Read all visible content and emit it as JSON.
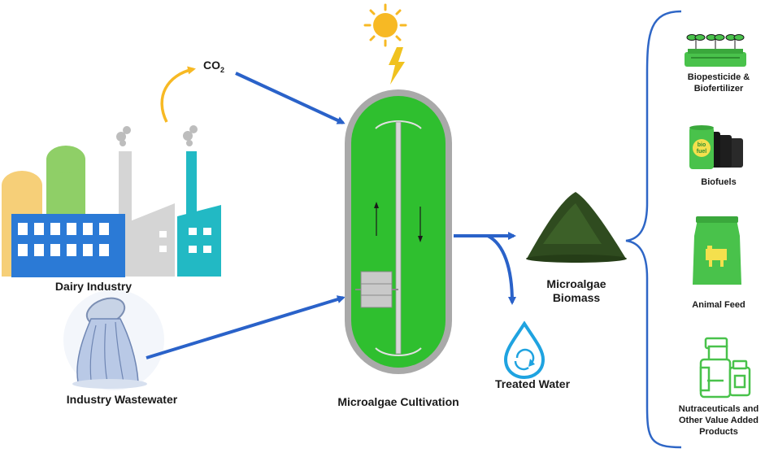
{
  "labels": {
    "co2_main": "CO",
    "co2_sub": "2",
    "dairy_industry": "Dairy Industry",
    "industry_wastewater": "Industry Wastewater",
    "microalgae_cultivation": "Microalgae Cultivation",
    "microalgae_biomass_line1": "Microalgae",
    "microalgae_biomass_line2": "Biomass",
    "treated_water": "Treated Water"
  },
  "products": [
    {
      "line1": "Biopesticide &",
      "line2": "Biofertilizer",
      "line3": ""
    },
    {
      "line1": "Biofuels",
      "line2": "",
      "line3": ""
    },
    {
      "line1": "Animal Feed",
      "line2": "",
      "line3": ""
    },
    {
      "line1": "Nutraceuticals and",
      "line2": "Other Value Added",
      "line3": "Products"
    }
  ],
  "barrel_text": {
    "top": "bio",
    "bottom": "fuel"
  },
  "colors": {
    "arrow_blue": "#2a62c9",
    "reactor_green": "#2fbf2f",
    "reactor_frame": "#a9a9a9",
    "sun": "#f7b924",
    "bolt": "#f0c21f",
    "factory_teal": "#22b9c4",
    "factory_blue": "#2b7ad6",
    "silo_green": "#8fcf67",
    "silo_yellow": "#f6cf78",
    "biomass": "#2f4b1f",
    "product_green": "#49c24b",
    "bracket_blue": "#2e66c6"
  },
  "icons": {
    "sun": "sun-icon",
    "bolt": "lightning-bolt-icon",
    "factory": "factory-icon",
    "wastewater": "wastewater-pipe-icon",
    "reactor": "photobioreactor-icon",
    "biomass": "algae-pile-icon",
    "water": "water-drop-recycle-icon",
    "sprouts": "sprout-tray-icon",
    "barrels": "fuel-barrels-icon",
    "feed": "feed-sack-icon",
    "bottles": "supplement-bottles-icon"
  }
}
